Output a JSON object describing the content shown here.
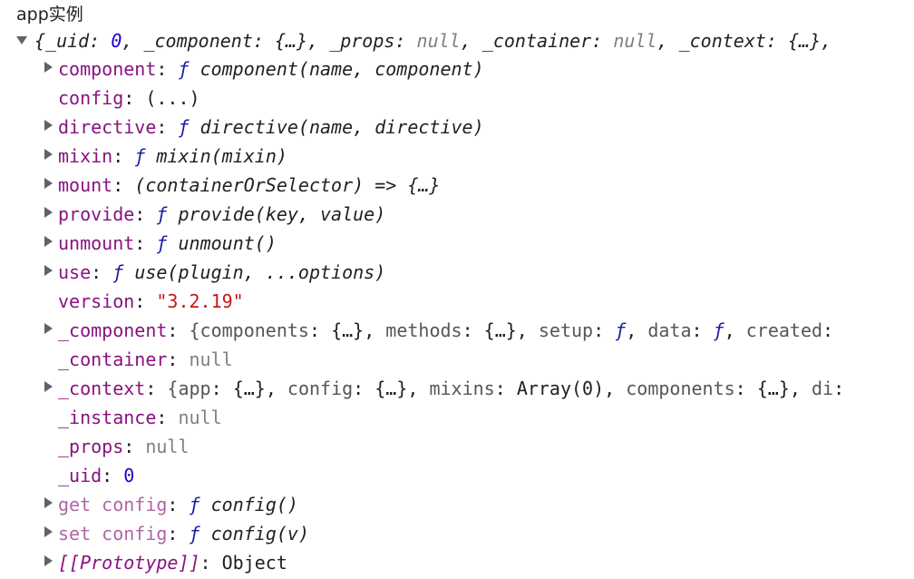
{
  "label": "app实例",
  "summary": {
    "open": "{",
    "items": [
      {
        "key": "_uid",
        "sep": ": ",
        "value": "0",
        "kind": "num"
      },
      {
        "key": "_component",
        "sep": ": ",
        "value": "{…}",
        "kind": "plain"
      },
      {
        "key": "_props",
        "sep": ": ",
        "value": "null",
        "kind": "null"
      },
      {
        "key": "_container",
        "sep": ": ",
        "value": "null",
        "kind": "null"
      },
      {
        "key": "_context",
        "sep": ": ",
        "value": "{…}",
        "kind": "plain"
      }
    ],
    "comma": ", ",
    "trail": ","
  },
  "rows": [
    {
      "key": "component",
      "colon": ": ",
      "f": "ƒ",
      "sig": "component(name, component)",
      "expandable": true
    },
    {
      "key": "config",
      "colon": ": ",
      "value": "(...)",
      "expandable": false
    },
    {
      "key": "directive",
      "colon": ": ",
      "f": "ƒ",
      "sig": "directive(name, directive)",
      "expandable": true
    },
    {
      "key": "mixin",
      "colon": ": ",
      "f": "ƒ",
      "sig": "mixin(mixin)",
      "expandable": true
    },
    {
      "key": "mount",
      "colon": ": ",
      "sig": "(containerOrSelector) => {…}",
      "expandable": true
    },
    {
      "key": "provide",
      "colon": ": ",
      "f": "ƒ",
      "sig": "provide(key, value)",
      "expandable": true
    },
    {
      "key": "unmount",
      "colon": ": ",
      "f": "ƒ",
      "sig": "unmount()",
      "expandable": true
    },
    {
      "key": "use",
      "colon": ": ",
      "f": "ƒ",
      "sig": "use(plugin, ...options)",
      "expandable": true
    },
    {
      "key": "version",
      "colon": ": ",
      "str": "\"3.2.19\"",
      "expandable": false
    },
    {
      "key": "_component",
      "colon": ": ",
      "preview": [
        {
          "k": "{components",
          "v": "{…}"
        },
        {
          "k": "methods",
          "v": "{…}"
        },
        {
          "k": "setup",
          "v": "ƒ"
        },
        {
          "k": "data",
          "v": "ƒ"
        },
        {
          "k": "created",
          "v": ""
        }
      ],
      "expandable": true
    },
    {
      "key": "_container",
      "colon": ": ",
      "null": "null",
      "expandable": false
    },
    {
      "key": "_context",
      "colon": ": ",
      "preview": [
        {
          "k": "{app",
          "v": "{…}"
        },
        {
          "k": "config",
          "v": "{…}"
        },
        {
          "k": "mixins",
          "v": "Array(0)"
        },
        {
          "k": "components",
          "v": "{…}"
        },
        {
          "k": "di",
          "v": ""
        }
      ],
      "expandable": true
    },
    {
      "key": "_instance",
      "colon": ": ",
      "null": "null",
      "expandable": false
    },
    {
      "key": "_props",
      "colon": ": ",
      "null": "null",
      "expandable": false
    },
    {
      "key": "_uid",
      "colon": ": ",
      "num": "0",
      "expandable": false
    },
    {
      "key": "get config",
      "colon": ": ",
      "f": "ƒ",
      "sig": "config()",
      "expandable": true,
      "dim": true
    },
    {
      "key": "set config",
      "colon": ": ",
      "f": "ƒ",
      "sig": "config(v)",
      "expandable": true,
      "dim": true
    },
    {
      "key": "[[Prototype]]",
      "colon": ": ",
      "value": "Object",
      "expandable": true,
      "accessor": true
    }
  ]
}
